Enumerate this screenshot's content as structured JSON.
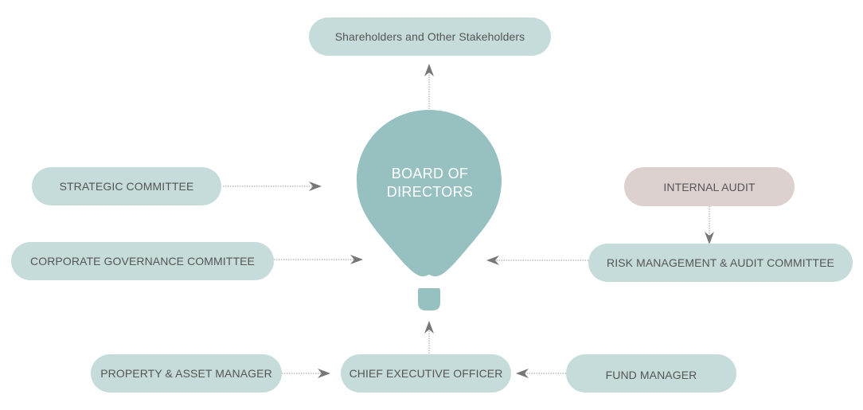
{
  "diagram": {
    "title_node": "Shareholders and Other Stakeholders",
    "center_node": {
      "line1": "BOARD OF",
      "line2": "DIRECTORS"
    },
    "nodes": {
      "strategic": "STRATEGIC COMMITTEE",
      "corporate_governance": "CORPORATE GOVERNANCE COMMITTEE",
      "internal_audit": "INTERNAL AUDIT",
      "risk_audit": "RISK MANAGEMENT & AUDIT COMMITTEE",
      "property_asset": "PROPERTY & ASSET MANAGER",
      "ceo": "CHIEF EXECUTIVE OFFICER",
      "fund_manager": "FUND MANAGER"
    },
    "edges": [
      {
        "from": "BOARD OF DIRECTORS",
        "to": "Shareholders and Other Stakeholders"
      },
      {
        "from": "STRATEGIC COMMITTEE",
        "to": "BOARD OF DIRECTORS"
      },
      {
        "from": "CORPORATE GOVERNANCE COMMITTEE",
        "to": "BOARD OF DIRECTORS"
      },
      {
        "from": "INTERNAL AUDIT",
        "to": "RISK MANAGEMENT & AUDIT COMMITTEE"
      },
      {
        "from": "RISK MANAGEMENT & AUDIT COMMITTEE",
        "to": "BOARD OF DIRECTORS"
      },
      {
        "from": "CHIEF EXECUTIVE OFFICER",
        "to": "BOARD OF DIRECTORS"
      },
      {
        "from": "PROPERTY & ASSET MANAGER",
        "to": "CHIEF EXECUTIVE OFFICER"
      },
      {
        "from": "FUND MANAGER",
        "to": "CHIEF EXECUTIVE OFFICER"
      }
    ],
    "colors": {
      "node_fill": "#c6dcdb",
      "audit_fill": "#ddd1d0",
      "balloon_fill": "#97c1c1",
      "arrow": "#777777",
      "text": "#555555"
    }
  }
}
